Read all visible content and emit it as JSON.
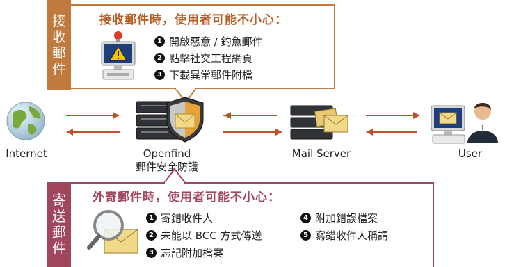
{
  "receive": {
    "tag": [
      "接",
      "收",
      "郵",
      "件"
    ],
    "title": "接收郵件時，使用者可能不小心：",
    "items": [
      {
        "num": "1",
        "text": "開啟惡意 / 釣魚郵件"
      },
      {
        "num": "2",
        "text": "點擊社交工程網頁"
      },
      {
        "num": "3",
        "text": "下載異常郵件附檔"
      }
    ]
  },
  "nodes": {
    "internet": "Internet",
    "openfind_line1": "Openfind",
    "openfind_line2": "郵件安全防護",
    "mail_server": "Mail Server",
    "user": "User"
  },
  "send": {
    "tag": [
      "寄",
      "送",
      "郵",
      "件"
    ],
    "title": "外寄郵件時，使用者可能不小心：",
    "items": [
      {
        "num": "1",
        "text": "寄錯收件人"
      },
      {
        "num": "2",
        "text": "未能以 BCC 方式傳送"
      },
      {
        "num": "3",
        "text": "忘記附加檔案"
      },
      {
        "num": "4",
        "text": "附加錯誤檔案"
      },
      {
        "num": "5",
        "text": "寫錯收件人稱謂"
      }
    ]
  },
  "colors": {
    "receive_accent": "#c07a3e",
    "send_accent": "#a0465f",
    "arrow": "#c0502a"
  },
  "icons": [
    "globe-icon",
    "alert-monitor-icon",
    "server-shield-icon",
    "mail-server-icon",
    "user-monitor-icon",
    "magnifier-mail-icon"
  ]
}
